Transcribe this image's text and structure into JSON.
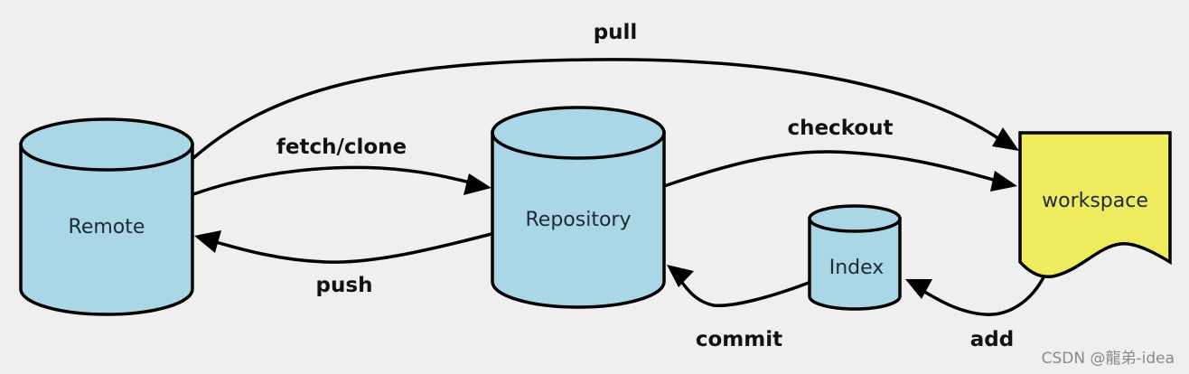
{
  "diagram": {
    "title": "Git workflow",
    "colors": {
      "background": "#efefef",
      "storage_fill": "#a9d7e6",
      "workspace_fill": "#eeeb5e",
      "stroke": "#000000"
    },
    "nodes": {
      "remote": {
        "label": "Remote",
        "shape": "cylinder"
      },
      "repository": {
        "label": "Repository",
        "shape": "cylinder"
      },
      "index": {
        "label": "Index",
        "shape": "cylinder"
      },
      "workspace": {
        "label": "workspace",
        "shape": "document"
      }
    },
    "edges": {
      "pull": {
        "label": "pull",
        "from": "Remote",
        "to": "workspace"
      },
      "fetch_clone": {
        "label": "fetch/clone",
        "from": "Remote",
        "to": "Repository"
      },
      "push": {
        "label": "push",
        "from": "Repository",
        "to": "Remote"
      },
      "checkout": {
        "label": "checkout",
        "from": "Repository",
        "to": "workspace"
      },
      "commit": {
        "label": "commit",
        "from": "Index",
        "to": "Repository"
      },
      "add": {
        "label": "add",
        "from": "workspace",
        "to": "Index"
      }
    },
    "watermark": "CSDN @龍弟-idea"
  }
}
